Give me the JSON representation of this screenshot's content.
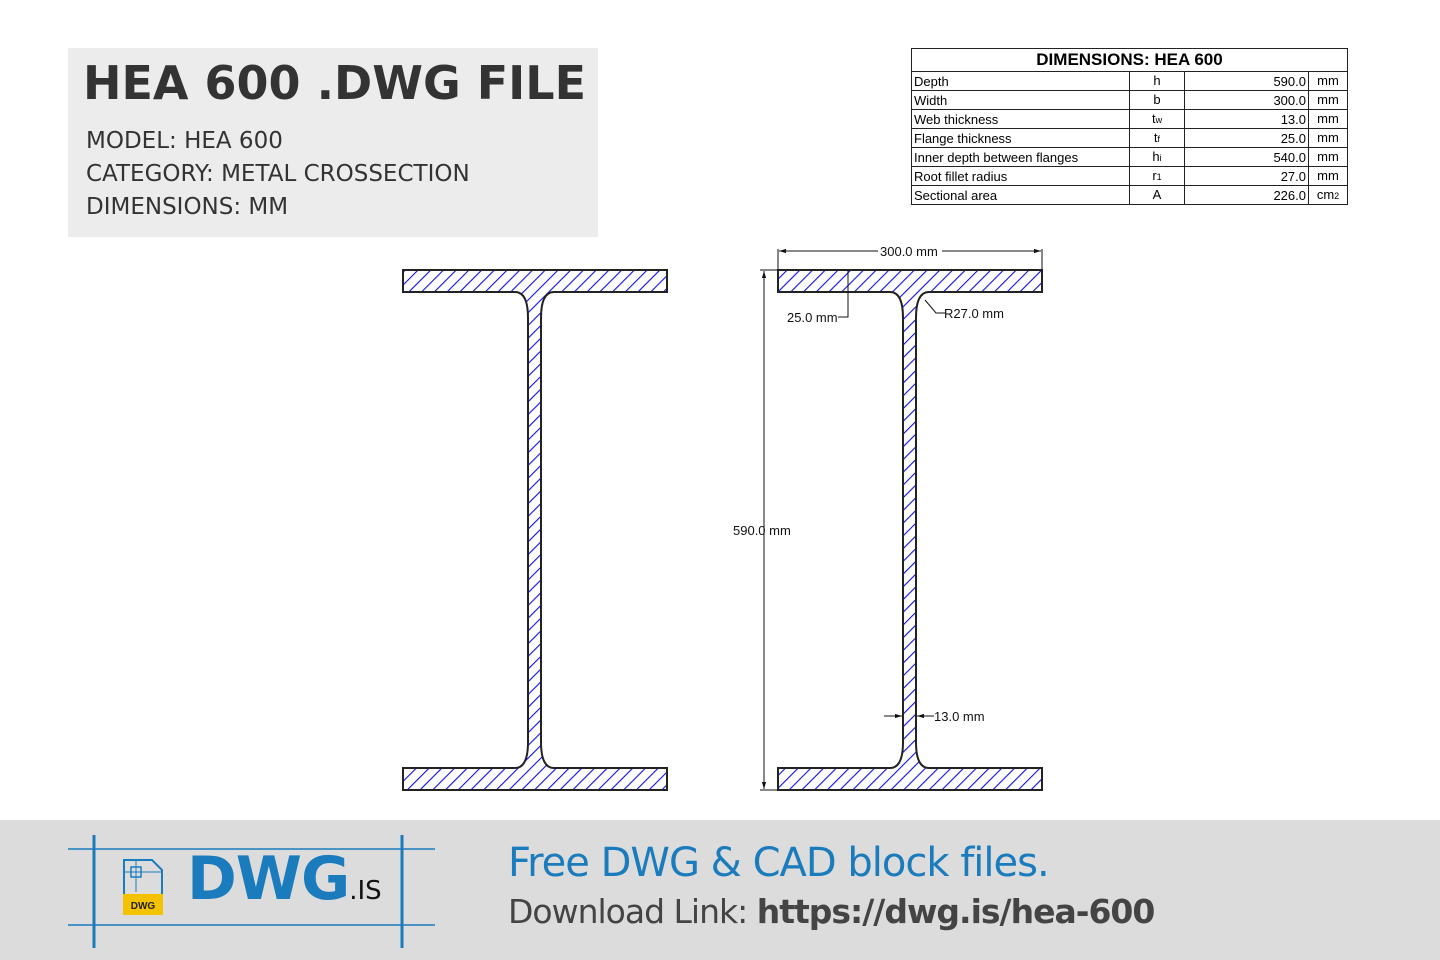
{
  "info": {
    "title": "HEA 600 .DWG FILE",
    "model": "MODEL:  HEA 600",
    "category": "CATEGORY:  METAL CROSSECTION",
    "dimensions": "DIMENSIONS:  MM"
  },
  "table": {
    "title": "DIMENSIONS: HEA 600",
    "rows": [
      {
        "label": "Depth",
        "sym": "h",
        "sub": "",
        "value": "590.0",
        "unit": "mm",
        "unit_sub": ""
      },
      {
        "label": "Width",
        "sym": "b",
        "sub": "",
        "value": "300.0",
        "unit": "mm",
        "unit_sub": ""
      },
      {
        "label": "Web thickness",
        "sym": "t",
        "sub": "w",
        "value": "13.0",
        "unit": "mm",
        "unit_sub": ""
      },
      {
        "label": "Flange thickness",
        "sym": "t",
        "sub": "f",
        "value": "25.0",
        "unit": "mm",
        "unit_sub": ""
      },
      {
        "label": "Inner depth between flanges",
        "sym": "h",
        "sub": "i",
        "value": "540.0",
        "unit": "mm",
        "unit_sub": ""
      },
      {
        "label": "Root fillet radius",
        "sym": "r",
        "sub": "1",
        "value": "27.0",
        "unit": "mm",
        "unit_sub": ""
      },
      {
        "label": "Sectional area",
        "sym": "A",
        "sub": "",
        "value": "226.0",
        "unit": "cm",
        "unit_sub": "2"
      }
    ]
  },
  "drawing": {
    "hatch_color": "#1010e0",
    "outline_color": "#222222",
    "annotations": {
      "width": "300.0 mm",
      "flange": "25.0 mm",
      "radius": "R27.0 mm",
      "depth": "590.0 mm",
      "web": "13.0 mm"
    }
  },
  "footer": {
    "logo_main": "DWG",
    "logo_suffix": ".IS",
    "logo_badge": "DWG",
    "tagline": "Free DWG & CAD block files.",
    "download_label": "Download Link: ",
    "download_url": "https://dwg.is/hea-600",
    "brand_color": "#1a7bbd",
    "badge_color": "#f5c200"
  }
}
